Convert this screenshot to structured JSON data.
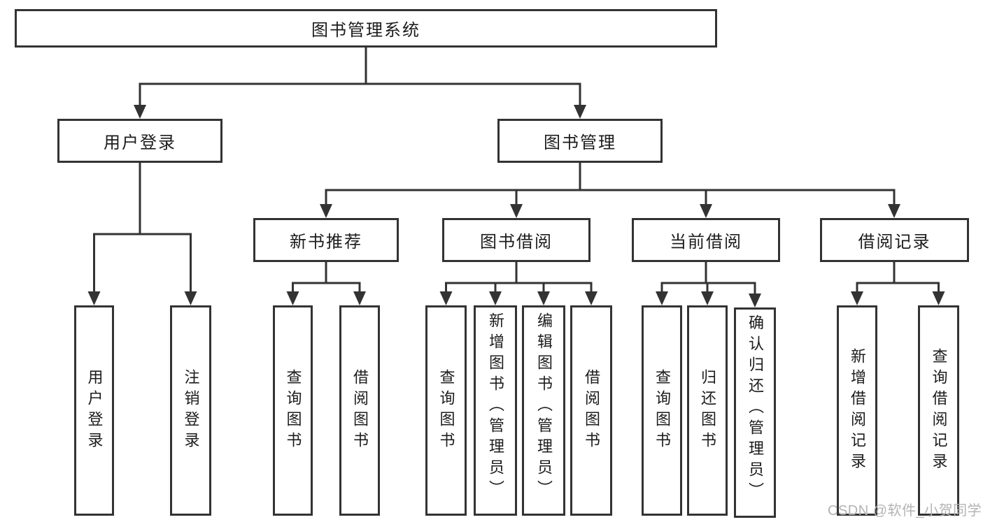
{
  "nodes": {
    "root": "图书管理系统",
    "level2": {
      "login": "用户登录",
      "manage": "图书管理"
    },
    "level3": {
      "recommend": "新书推荐",
      "borrow": "图书借阅",
      "current": "当前借阅",
      "records": "借阅记录"
    },
    "leaves": {
      "login_user": "用户登录",
      "login_logout": "注销登录",
      "rec_query": "查询图书",
      "rec_borrow": "借阅图书",
      "bor_query": "查询图书",
      "bor_add": "新增图书（管理员）",
      "bor_edit": "编辑图书（管理员）",
      "bor_borrow": "借阅图书",
      "cur_query": "查询图书",
      "cur_return": "归还图书",
      "cur_confirm": "确认归还（管理员）",
      "records_add": "新增借阅记录",
      "records_query": "查询借阅记录"
    }
  },
  "watermark": "CSDN @软件_小贺同学",
  "colors": {
    "line": "#333333",
    "text": "#1c1c1c",
    "watermark": "#b3b3b3",
    "background": "#ffffff"
  }
}
